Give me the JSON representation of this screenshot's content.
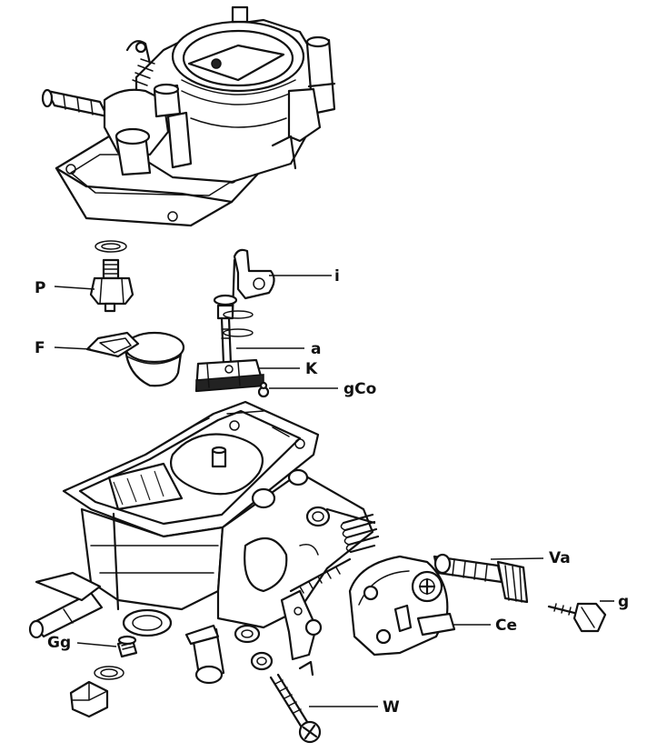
{
  "labels": {
    "i": "i",
    "P": "P",
    "a": "a",
    "F": "F",
    "K": "K",
    "gCo": "gCo",
    "Va": "Va",
    "g": "g",
    "Ce": "Ce",
    "Gg": "Gg",
    "W": "W"
  }
}
